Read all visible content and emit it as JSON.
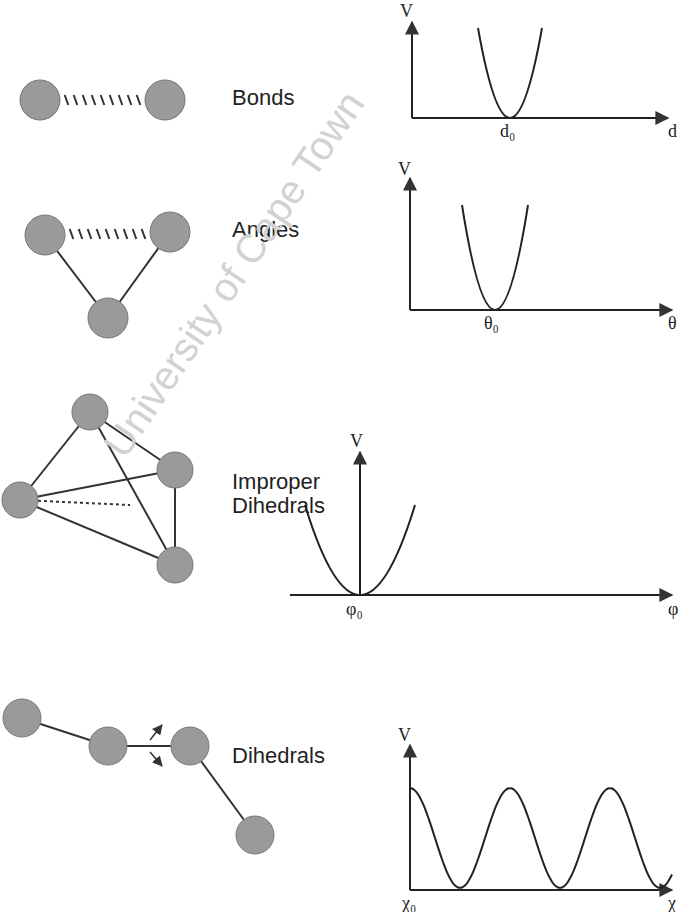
{
  "diagram": {
    "labels": [
      "Bonds",
      "V",
      "d₀",
      "d",
      "Angles",
      "V",
      "θ₀",
      "θ",
      "Improper Dihedrals",
      "V",
      "φ₀",
      "φ",
      "Dihedrals",
      "V",
      "χ₀",
      "χ",
      "University of Cape Town"
    ]
  }
}
